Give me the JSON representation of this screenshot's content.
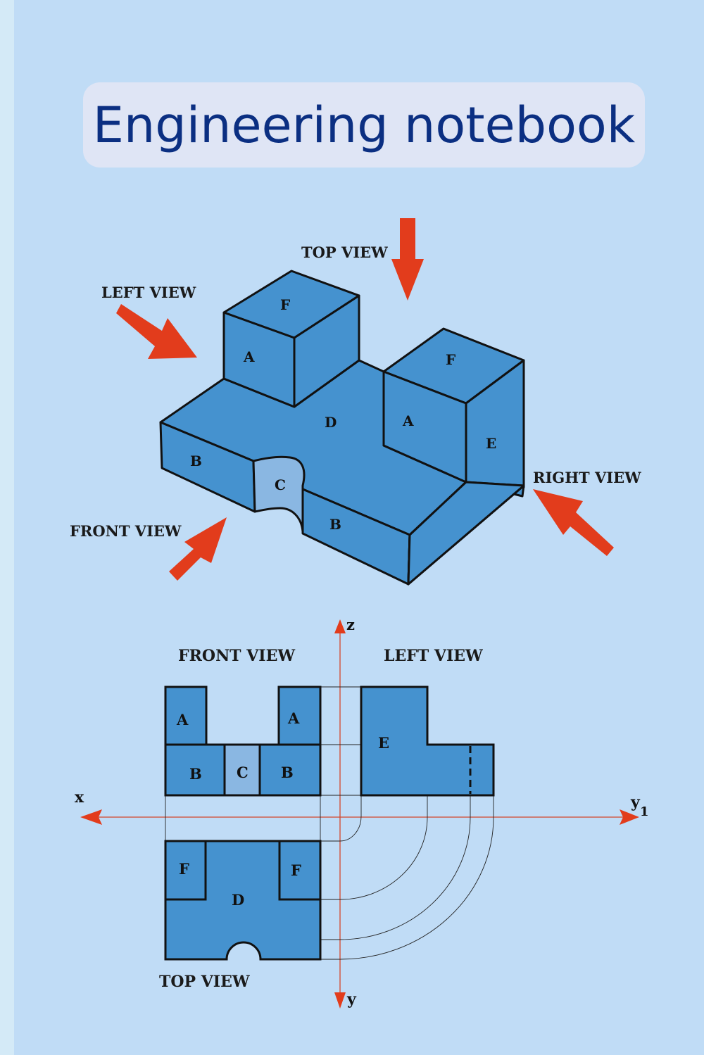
{
  "cover": {
    "title": "Engineering notebook"
  },
  "isometric": {
    "labels": {
      "top_view": "TOP VIEW",
      "left_view": "LEFT VIEW",
      "front_view": "FRONT VIEW",
      "right_view": "RIGHT VIEW"
    },
    "faces": {
      "f1": "F",
      "a1": "A",
      "f2": "F",
      "a2": "A",
      "d": "D",
      "e": "E",
      "b1": "B",
      "c": "C",
      "b2": "B"
    }
  },
  "projection": {
    "labels": {
      "front_view": "FRONT VIEW",
      "left_view": "LEFT VIEW",
      "top_view": "TOP VIEW"
    },
    "axes": {
      "z": "z",
      "x": "x",
      "y1": "y",
      "y1_sub": "1",
      "y": "y"
    },
    "front_faces": {
      "a1": "A",
      "a2": "A",
      "b1": "B",
      "c": "C",
      "b2": "B"
    },
    "left_faces": {
      "e": "E"
    },
    "top_faces": {
      "f1": "F",
      "f2": "F",
      "d": "D"
    }
  },
  "colors": {
    "background": "#c0dcf6",
    "spine": "#d4eaf7",
    "title_box": "#dfe5f5",
    "title_text": "#0b2f82",
    "solid_blue": "#4592cf",
    "light_blue": "#8ab7e2",
    "arrow_red": "#e23c1c",
    "axis_red": "#d4452a"
  }
}
